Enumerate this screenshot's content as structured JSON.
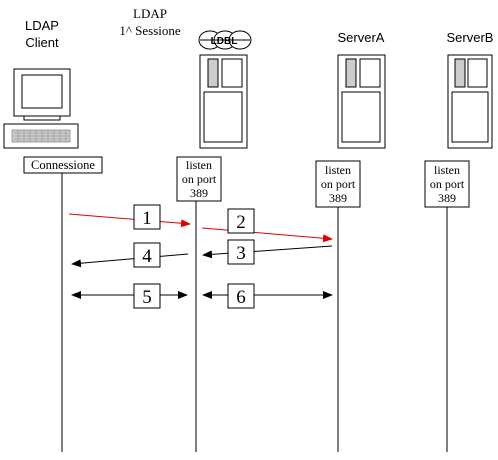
{
  "columns": {
    "client": {
      "line1": "LDAP",
      "line2": "Client",
      "box_label": "Connessione"
    },
    "session": {
      "line1": "LDAP",
      "line2": "1^ Sessione",
      "logo_text": "LDBL",
      "listen": [
        "listen",
        "on port",
        "389"
      ]
    },
    "serverA": {
      "title": "ServerA",
      "listen": [
        "listen",
        "on port",
        "389"
      ]
    },
    "serverB": {
      "title": "ServerB",
      "listen": [
        "listen",
        "on port",
        "389"
      ]
    }
  },
  "steps": [
    "1",
    "2",
    "3",
    "4",
    "5",
    "6"
  ],
  "colors": {
    "request": "#e00000",
    "response": "#000000",
    "line": "#000000",
    "screen_gray": "#cccccc"
  },
  "icons": [
    "workstation-icon",
    "keyboard-icon",
    "server-tower-icon"
  ]
}
